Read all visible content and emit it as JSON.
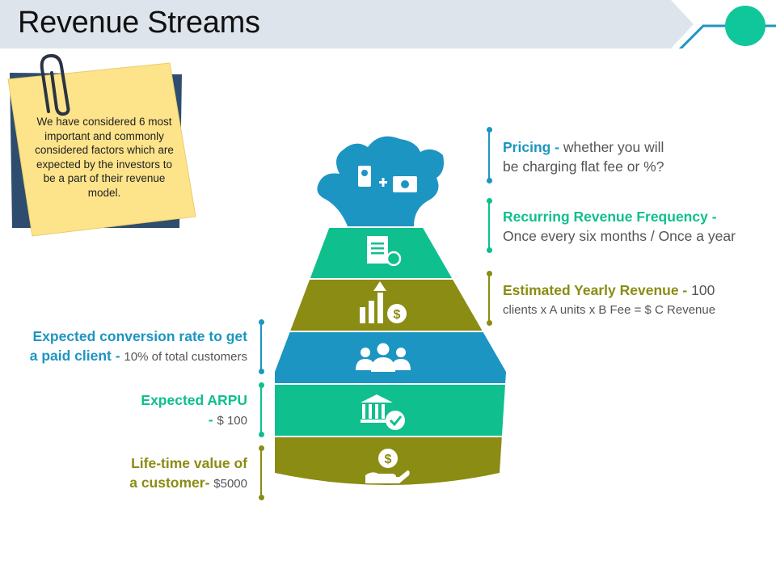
{
  "page": {
    "title": "Revenue Streams"
  },
  "note": {
    "text": "We have considered 6 most important and commonly considered factors which are expected by the investors to be a part of their revenue model."
  },
  "items": {
    "pricing": {
      "label": "Pricing - ",
      "text_line1": "whether you will",
      "text_line2": "be charging flat fee or %?"
    },
    "recurring": {
      "label": "Recurring Revenue Frequency -",
      "text": "Once every six months / Once a year"
    },
    "yearly": {
      "label": "Estimated Yearly Revenue - ",
      "value": "100",
      "text": "clients x A units x B Fee = $ C Revenue"
    },
    "conversion": {
      "label_line1": "Expected conversion rate to get",
      "label_line2": "a paid client - ",
      "value": "10% of total customers"
    },
    "arpu": {
      "label_line1": "Expected ARPU",
      "label_line2": "- ",
      "value": "$ 100"
    },
    "ltv": {
      "label_line1": "Life-time value of",
      "label_line2": "a customer- ",
      "value": "$5000"
    }
  },
  "colors": {
    "teal_blue": "#1c95c2",
    "green": "#0fbf8e",
    "olive": "#8a8c13",
    "banner": "#dde4ec",
    "note": "#fde48a",
    "note_back": "#2e4d6e",
    "accent_dot": "#10c79b"
  },
  "icons": {
    "band1": "money-plus-cash-icon",
    "band2": "document-clock-icon",
    "band3": "growth-chart-dollar-icon",
    "band4": "group-people-icon",
    "band5": "bank-check-icon",
    "band6": "hand-dollar-icon",
    "decor": "paperclip-icon"
  }
}
